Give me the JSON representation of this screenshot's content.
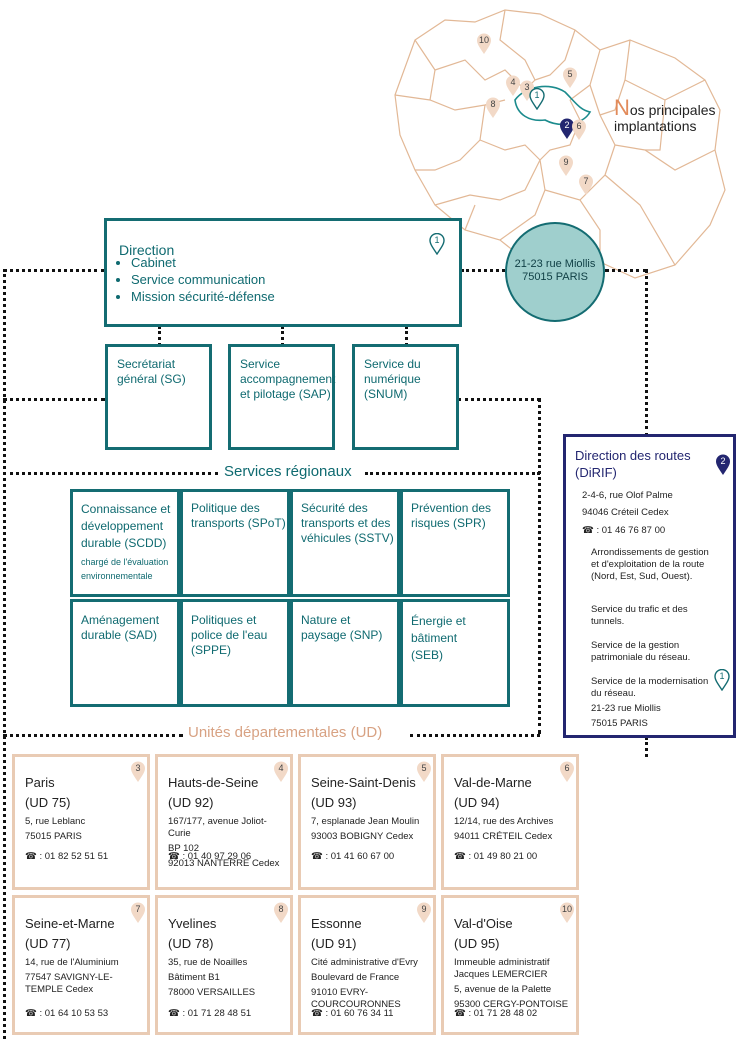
{
  "map": {
    "legend_initial": "N",
    "legend_rest_line1": "os principales",
    "legend_line2": "implantations",
    "address_circle": {
      "line1": "21-23 rue Miollis",
      "line2": "75015 PARIS"
    },
    "pins": [
      "1",
      "2",
      "3",
      "4",
      "5",
      "6",
      "7",
      "8",
      "9",
      "10"
    ]
  },
  "direction": {
    "title": "Direction",
    "pin": "1",
    "items": [
      "Cabinet",
      "Service communication",
      "Mission sécurité-défense"
    ]
  },
  "services": [
    {
      "label": "Secrétariat général (SG)"
    },
    {
      "label": "Service accompagnement et pilotage (SAP)"
    },
    {
      "label": "Service du numérique (SNUM)"
    }
  ],
  "regional": {
    "title": "Services régionaux",
    "cells": [
      {
        "label": "Connaissance et développement durable (SCDD)",
        "sub": "chargé de l'évaluation environnementale"
      },
      {
        "label": "Politique des transports (SPoT)",
        "sub": ""
      },
      {
        "label": "Sécurité des transports et des véhicules (SSTV)",
        "sub": ""
      },
      {
        "label": "Prévention des risques (SPR)",
        "sub": ""
      },
      {
        "label": "Aménagement durable (SAD)",
        "sub": ""
      },
      {
        "label": "Politiques et police de l'eau (SPPE)",
        "sub": ""
      },
      {
        "label": "Nature et paysage (SNP)",
        "sub": ""
      },
      {
        "label": "Énergie et bâtiment (SEB)",
        "sub": ""
      }
    ]
  },
  "dirif": {
    "title_line1": "Direction des routes",
    "title_line2": "(DiRIF)",
    "pin_top": "2",
    "addr1": "2-4-6, rue Olof Palme",
    "addr2": "94046 Créteil Cedex",
    "phone": ": 01 46 76 87 00",
    "s1": "Arrondissements de gestion et d'exploitation de la route (Nord, Est, Sud, Ouest).",
    "s2": "Service du trafic et des tunnels.",
    "s3": "Service de la gestion patrimoniale du réseau.",
    "s4": "Service de la modernisation du réseau.",
    "pin_bottom": "1",
    "addr3": "21-23 rue Miollis",
    "addr4": "75015 PARIS"
  },
  "ud": {
    "title": "Unités départementales (UD)",
    "units": [
      {
        "name": "Paris",
        "code": "(UD 75)",
        "pin": "3",
        "address": [
          "5, rue Leblanc",
          "75015 PARIS"
        ],
        "phone": ": 01 82 52 51 51"
      },
      {
        "name": "Hauts-de-Seine",
        "code": "(UD 92)",
        "pin": "4",
        "address": [
          "167/177, avenue Joliot-Curie",
          "BP 102",
          "92013 NANTERRE Cedex"
        ],
        "phone": ": 01 40 97 29 06"
      },
      {
        "name": "Seine-Saint-Denis",
        "code": "(UD 93)",
        "pin": "5",
        "address": [
          "7, esplanade Jean Moulin",
          "93003 BOBIGNY Cedex"
        ],
        "phone": ": 01 41 60 67 00"
      },
      {
        "name": "Val-de-Marne",
        "code": "(UD 94)",
        "pin": "6",
        "address": [
          "12/14, rue des Archives",
          "94011 CRÉTEIL Cedex"
        ],
        "phone": ": 01 49 80 21 00"
      },
      {
        "name": "Seine-et-Marne",
        "code": "(UD 77)",
        "pin": "7",
        "address": [
          "14, rue de l'Aluminium",
          "77547 SAVIGNY-LE-TEMPLE Cedex"
        ],
        "phone": ": 01 64 10 53 53"
      },
      {
        "name": "Yvelines",
        "code": "(UD 78)",
        "pin": "8",
        "address": [
          "35, rue de Noailles",
          "Bâtiment B1",
          "78000 VERSAILLES"
        ],
        "phone": ": 01 71 28 48 51"
      },
      {
        "name": "Essonne",
        "code": "(UD 91)",
        "pin": "9",
        "address": [
          "Cité administrative d'Evry",
          "Boulevard de France",
          "91010 EVRY-COURCOURONNES"
        ],
        "phone": ": 01 60 76 34 11"
      },
      {
        "name": "Val-d'Oise",
        "code": "(UD 95)",
        "pin": "10",
        "address": [
          "Immeuble administratif Jacques LEMERCIER",
          "5, avenue de la Palette",
          "95300 CERGY-PONTOISE"
        ],
        "phone": ": 01 71 28 48 02"
      }
    ]
  },
  "colors": {
    "teal": "#146c72",
    "navy": "#232670",
    "peach": "#e9cbb4",
    "peach_text": "#d8a283",
    "circle": "#9fcfcd"
  }
}
